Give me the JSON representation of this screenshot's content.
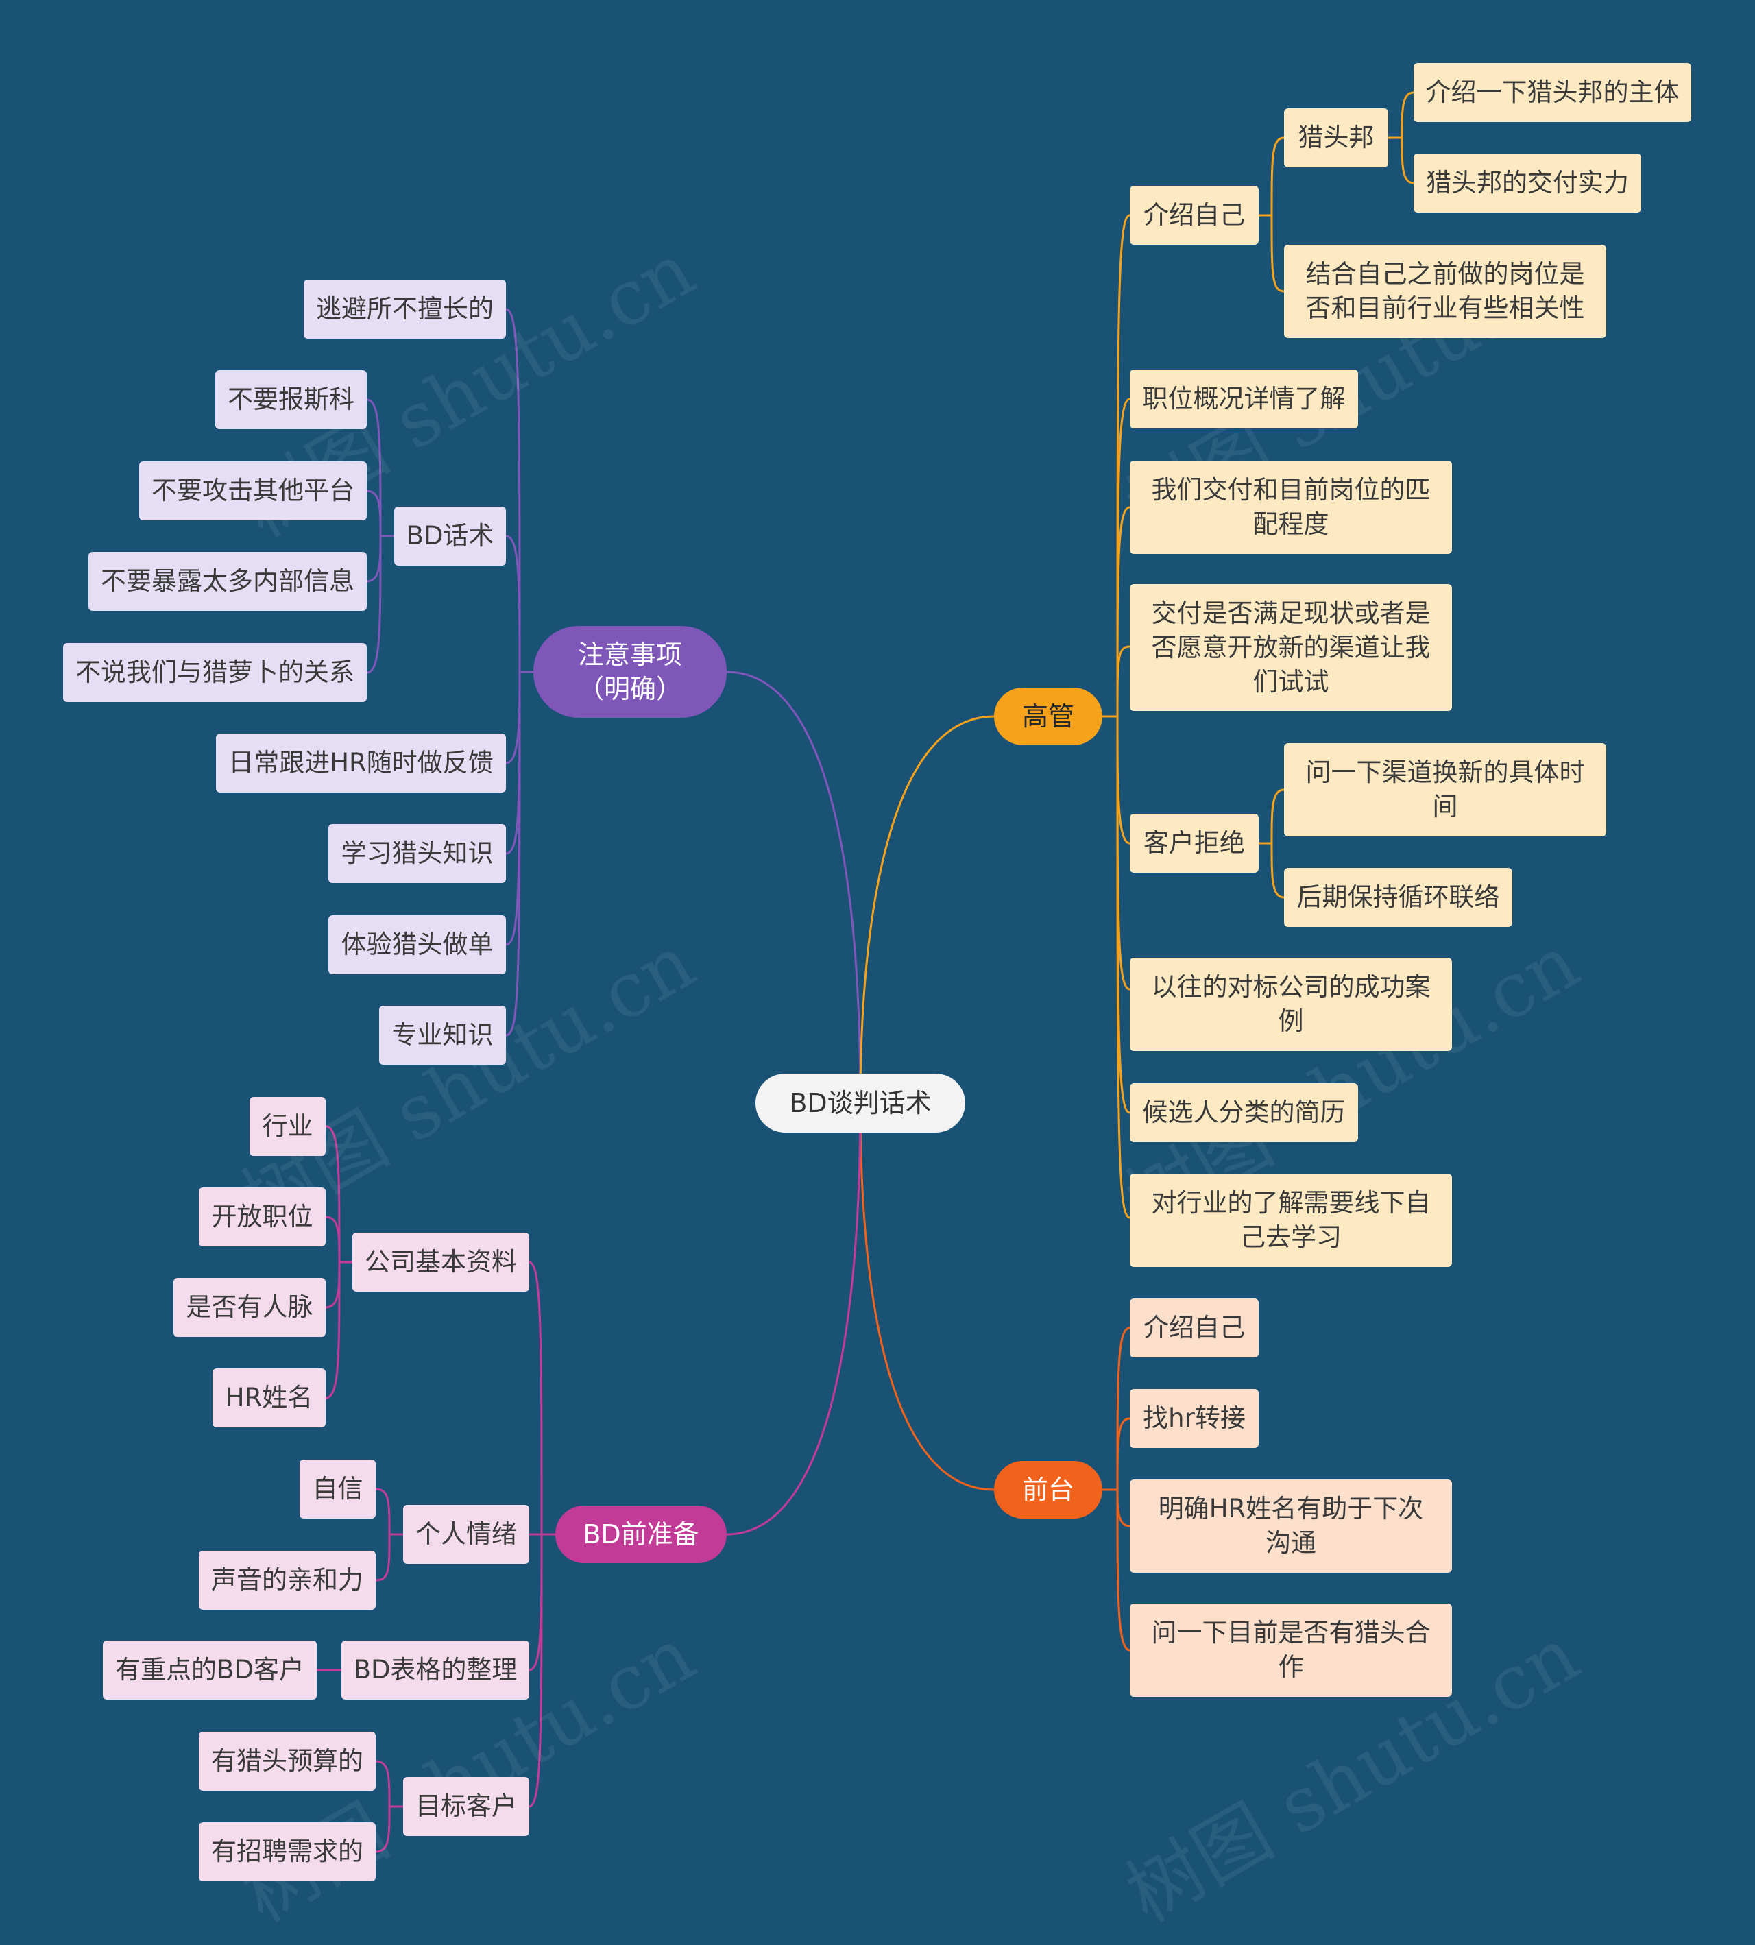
{
  "root": "BD谈判话术",
  "branches": {
    "zhuyi": {
      "label": "注意事项（明确）"
    },
    "gaoguan": {
      "label": "高管"
    },
    "qiantai": {
      "label": "前台"
    },
    "bdqian": {
      "label": "BD前准备"
    }
  },
  "zhuyi": {
    "taobi": "逃避所不擅长的",
    "bdhuashu": "BD话术",
    "bdhuashu_items": [
      "不要报斯科",
      "不要攻击其他平台",
      "不要暴露太多内部信息",
      "不说我们与猎萝卜的关系"
    ],
    "richang": "日常跟进HR随时做反馈",
    "xuexi": "学习猎头知识",
    "tiyan": "体验猎头做单",
    "zhuanye": "专业知识"
  },
  "gaoguan": {
    "jieshao": "介绍自己",
    "liebang": "猎头邦",
    "liebang_items": [
      "介绍一下猎头邦的主体",
      "猎头邦的交付实力"
    ],
    "jiehe": "结合自己之前做的岗位是否和目前行业有些相关性",
    "zhiwei": "职位概况详情了解",
    "jiaofu": "我们交付和目前岗位的匹配程度",
    "manzu": "交付是否满足现状或者是否愿意开放新的渠道让我们试试",
    "jujue": "客户拒绝",
    "jujue_items": [
      "问一下渠道换新的具体时间",
      "后期保持循环联络"
    ],
    "anli": "以往的对标公司的成功案例",
    "jianli": "候选人分类的简历",
    "hangye": "对行业的了解需要线下自己去学习"
  },
  "qiantai": {
    "items": [
      "介绍自己",
      "找hr转接",
      "明确HR姓名有助于下次沟通",
      "问一下目前是否有猎头合作"
    ]
  },
  "bdqian": {
    "gongsi": "公司基本资料",
    "gongsi_items": [
      "行业",
      "开放职位",
      "是否有人脉",
      "HR姓名"
    ],
    "qingxu": "个人情绪",
    "qingxu_items": [
      "自信",
      "声音的亲和力"
    ],
    "biaoge": "BD表格的整理",
    "biaoge_items": [
      "有重点的BD客户"
    ],
    "mubiao": "目标客户",
    "mubiao_items": [
      "有猎头预算的",
      "有招聘需求的"
    ]
  },
  "watermark": "树图 shutu.cn",
  "colors": {
    "background": "#1a5276",
    "purple": "#7e57b8",
    "orange": "#f7a21b",
    "red": "#f1621c",
    "pink": "#c23b96"
  }
}
